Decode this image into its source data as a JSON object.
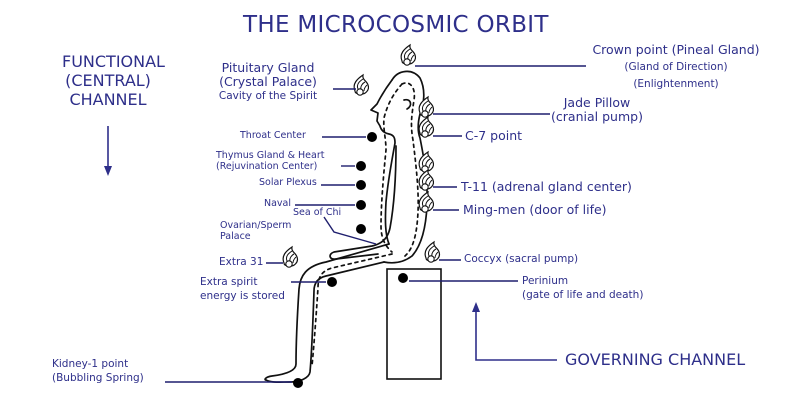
{
  "title": "THE MICROCOSMIC ORBIT",
  "colors": {
    "label": "#2e2f8a",
    "line": "#1f1f6e",
    "figure": "#111111"
  },
  "functional_channel": {
    "line1": "FUNCTIONAL",
    "line2": "(CENTRAL)",
    "line3": "CHANNEL"
  },
  "governing_channel": "GOVERNING CHANNEL",
  "front_points": {
    "pituitary": {
      "line1": "Pituitary Gland",
      "line2": "(Crystal Palace)",
      "line3": "Cavity of the Spirit"
    },
    "throat": "Throat Center",
    "thymus": {
      "line1": "Thymus Gland & Heart",
      "line2": "(Rejuvination Center)"
    },
    "solar_plexus": "Solar Plexus",
    "naval": "Naval",
    "sea_of_chi": "Sea of Chi",
    "ovarian": {
      "line1": "Ovarian/Sperm",
      "line2": "Palace"
    },
    "extra31": "Extra 31",
    "extra_spirit": {
      "line1": "Extra spirit",
      "line2": "energy is stored"
    },
    "kidney1": {
      "line1": "Kidney-1 point",
      "line2": "(Bubbling Spring)"
    }
  },
  "back_points": {
    "crown": {
      "line1": "Crown point (Pineal Gland)",
      "line2": "(Gland of Direction)",
      "line3": "(Enlightenment)"
    },
    "jade_pillow": {
      "line1": "Jade Pillow",
      "line2": "(cranial pump)"
    },
    "c7": "C-7 point",
    "t11": "T-11 (adrenal gland center)",
    "ming_men": "Ming-men (door of life)",
    "coccyx": "Coccyx (sacral pump)",
    "perinium": {
      "line1": "Perinium",
      "line2": "(gate of life and death)"
    }
  }
}
